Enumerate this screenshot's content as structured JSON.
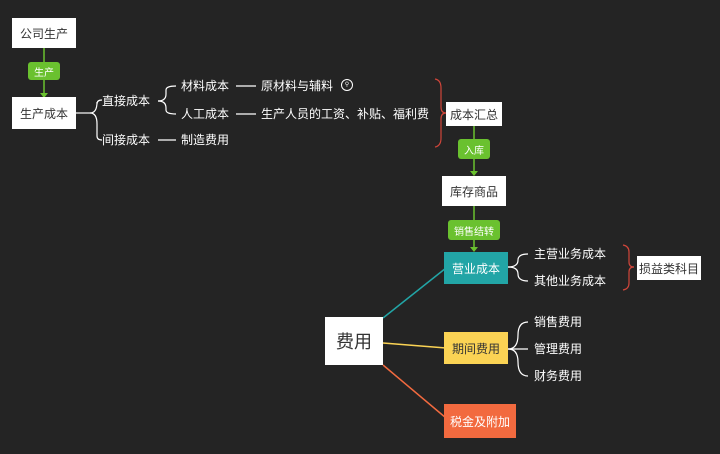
{
  "nodes": {
    "company_production": "公司生产",
    "production_cost": "生产成本",
    "direct_cost": "直接成本",
    "indirect_cost": "间接成本",
    "material_cost": "材料成本",
    "labor_cost": "人工成本",
    "raw_materials": "原材料与辅料",
    "wages": "生产人员的工资、补贴、福利费",
    "manufacturing_expense": "制造费用",
    "cost_summary": "成本汇总",
    "inventory_goods": "库存商品",
    "operating_cost": "营业成本",
    "main_business_cost": "主营业务成本",
    "other_business_cost": "其他业务成本",
    "profit_loss_account": "损益类科目",
    "expenses": "费用",
    "period_expenses": "期间费用",
    "sales_expense": "销售费用",
    "admin_expense": "管理费用",
    "finance_expense": "财务费用",
    "tax_surcharge": "税金及附加"
  },
  "tags": {
    "produce": "生产",
    "warehousing": "入库",
    "sales_transfer": "销售结转"
  },
  "colors": {
    "background": "#242424",
    "tag_green": "#6ac12f",
    "operating_teal": "#22a5a6",
    "period_yellow": "#fbd354",
    "tax_orange": "#f26a3f",
    "bracket_red": "#d0453a"
  },
  "icons": {
    "raw_materials_note": "link-note-icon"
  }
}
